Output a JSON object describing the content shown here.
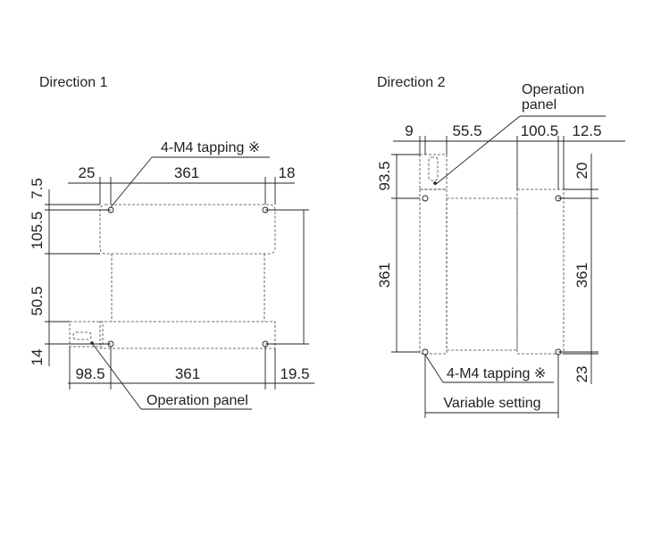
{
  "titles": {
    "direction1": "Direction 1",
    "direction2": "Direction 2"
  },
  "direction1": {
    "tapping_label": "4-M4 tapping ※",
    "operation_panel_label": "Operation panel",
    "dims": {
      "top_left": "25",
      "top_span": "361",
      "top_right": "18",
      "left_a": "7.5",
      "left_b": "105.5",
      "left_c": "50.5",
      "left_d": "14",
      "bottom_left": "98.5",
      "bottom_span": "361",
      "bottom_right": "19.5"
    }
  },
  "direction2": {
    "operation_panel_label_line1": "Operation",
    "operation_panel_label_line2": "panel",
    "tapping_label": "4-M4 tapping ※",
    "variable_label": "Variable setting",
    "dims": {
      "top_a": "9",
      "top_b": "55.5",
      "top_c": "100.5",
      "top_d": "12.5",
      "left_a": "93.5",
      "left_b": "361",
      "right_a": "20",
      "right_b": "361",
      "right_c": "23"
    }
  }
}
